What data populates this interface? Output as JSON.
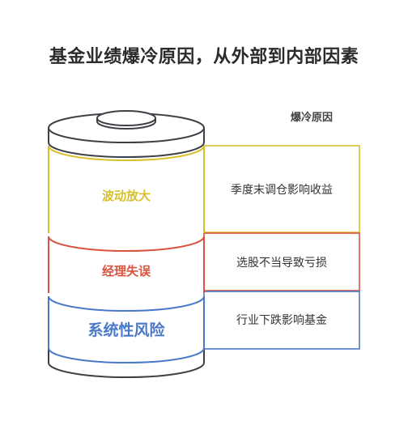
{
  "title": "基金业绩爆冷原因，从外部到内部因素",
  "legend_title": "爆冷原因",
  "colors": {
    "outline": "#3d4046",
    "volatility": "#d8c02a",
    "manager": "#d9533f",
    "systemic": "#4a78c8"
  },
  "layers": [
    {
      "label": "波动放大",
      "description": "季度末调仓影响收益"
    },
    {
      "label": "经理失误",
      "description": "选股不当导致亏损"
    },
    {
      "label": "系统性风险",
      "description": "行业下跌影响基金"
    }
  ]
}
